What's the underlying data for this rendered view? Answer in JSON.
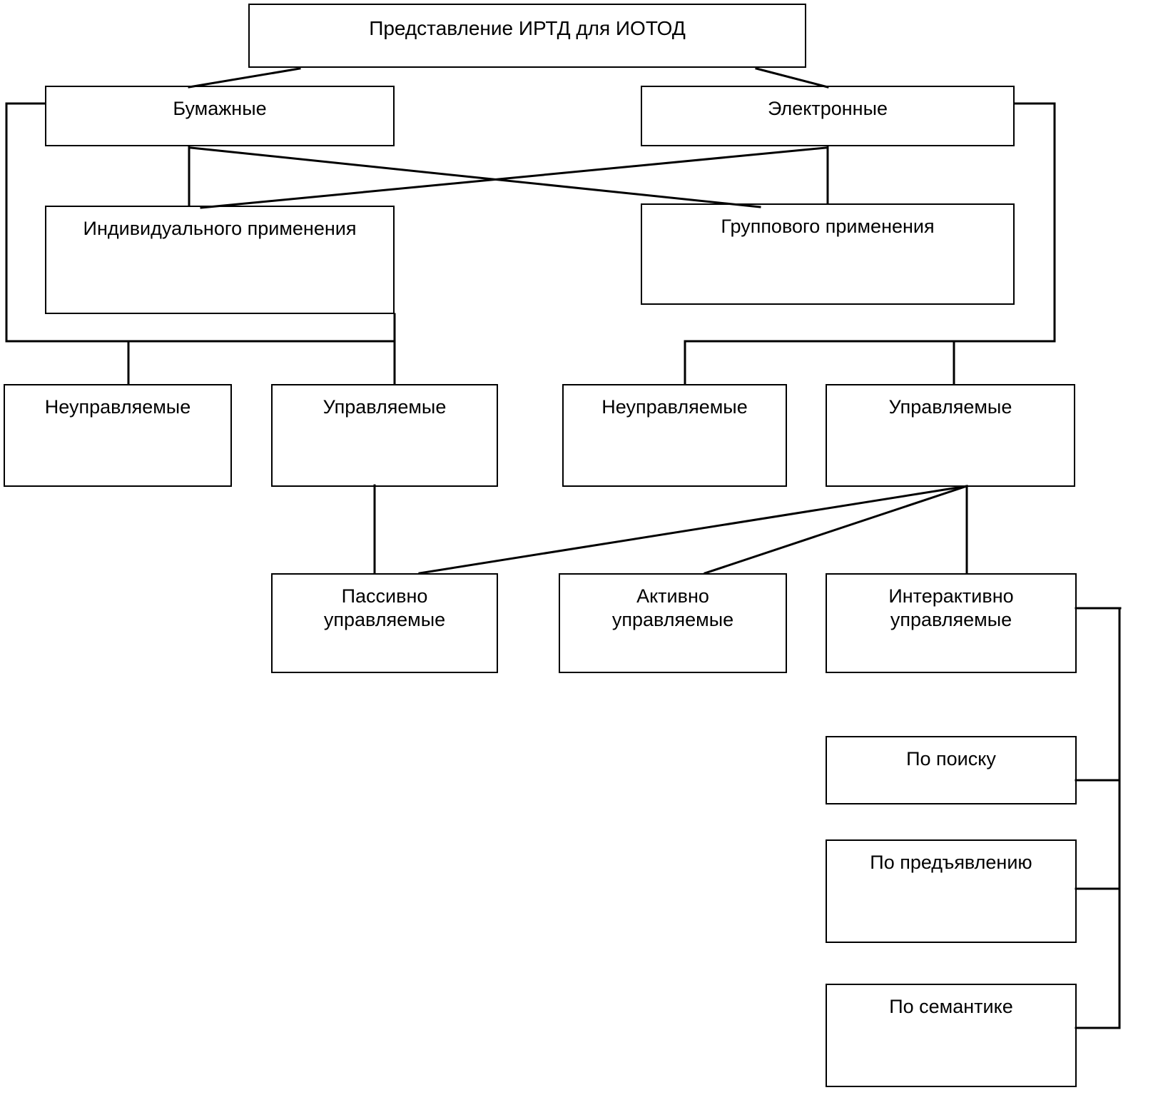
{
  "diagram": {
    "title": "Представление ИРТД для ИОТОД",
    "language": "ru",
    "line_color": "#000000",
    "background_color": "#ffffff",
    "nodes": {
      "root": "Представление ИРТД для ИОТОД",
      "paper": "Бумажные",
      "electronic": "Электронные",
      "individual_use": "Индивидуального применения",
      "group_use": "Группового применения",
      "unmanaged_left": "Неуправляемые",
      "managed_left": "Управляемые",
      "unmanaged_right": "Неуправляемые",
      "managed_right": "Управляемые",
      "passive": "Пассивно\nуправляемые",
      "active": "Активно\nуправляемые",
      "interactive": "Интерактивно\nуправляемые",
      "by_search": "По поиску",
      "by_presentation": "По предъявлению",
      "by_semantics": "По семантике"
    }
  },
  "chart_data": {
    "type": "diagram",
    "title": "Представление ИРТД для ИОТОД",
    "layout": "hierarchical tree, top-down, 2px black rectangles on white",
    "levels": [
      {
        "level": 0,
        "nodes": [
          "Представление ИРТД для ИОТОД"
        ]
      },
      {
        "level": 1,
        "nodes": [
          "Бумажные",
          "Электронные"
        ]
      },
      {
        "level": 2,
        "nodes": [
          "Индивидуального применения",
          "Группового применения"
        ]
      },
      {
        "level": 3,
        "nodes": [
          "Неуправляемые",
          "Управляемые",
          "Неуправляемые",
          "Управляемые"
        ]
      },
      {
        "level": 4,
        "nodes": [
          "Пассивно управляемые",
          "Активно управляемые",
          "Интерактивно управляемые"
        ]
      },
      {
        "level": 5,
        "nodes": [
          "По поиску",
          "По предъявлению",
          "По семантике"
        ]
      }
    ],
    "edges": [
      {
        "from": "Представление ИРТД для ИОТОД",
        "to": "Бумажные",
        "style": "diagonal"
      },
      {
        "from": "Представление ИРТД для ИОТОД",
        "to": "Электронные",
        "style": "diagonal"
      },
      {
        "from": "Бумажные",
        "to": "Индивидуального применения",
        "style": "vertical"
      },
      {
        "from": "Бумажные",
        "to": "Группового применения",
        "style": "diagonal-cross"
      },
      {
        "from": "Электронные",
        "to": "Группового применения",
        "style": "vertical"
      },
      {
        "from": "Электронные",
        "to": "Индивидуального применения",
        "style": "diagonal-cross"
      },
      {
        "from": "Бумажные",
        "to": "Неуправляемые",
        "style": "left-bracket"
      },
      {
        "from": "Бумажные",
        "to": "Управляемые",
        "style": "left-bracket"
      },
      {
        "from": "Электронные",
        "to": "Неуправляемые",
        "style": "right-bracket"
      },
      {
        "from": "Электронные",
        "to": "Управляемые",
        "style": "right-bracket"
      },
      {
        "from": "Управляемые",
        "to": "Пассивно управляемые",
        "style": "vertical"
      },
      {
        "from": "Управляемые",
        "to": "Пассивно управляемые",
        "style": "diagonal"
      },
      {
        "from": "Управляемые",
        "to": "Активно управляемые",
        "style": "diagonal"
      },
      {
        "from": "Управляемые",
        "to": "Интерактивно управляемые",
        "style": "vertical"
      },
      {
        "from": "Интерактивно управляемые",
        "to": "По поиску",
        "style": "right-bracket"
      },
      {
        "from": "Интерактивно управляемые",
        "to": "По предъявлению",
        "style": "right-bracket"
      },
      {
        "from": "Интерактивно управляемые",
        "to": "По семантике",
        "style": "right-bracket"
      }
    ]
  }
}
